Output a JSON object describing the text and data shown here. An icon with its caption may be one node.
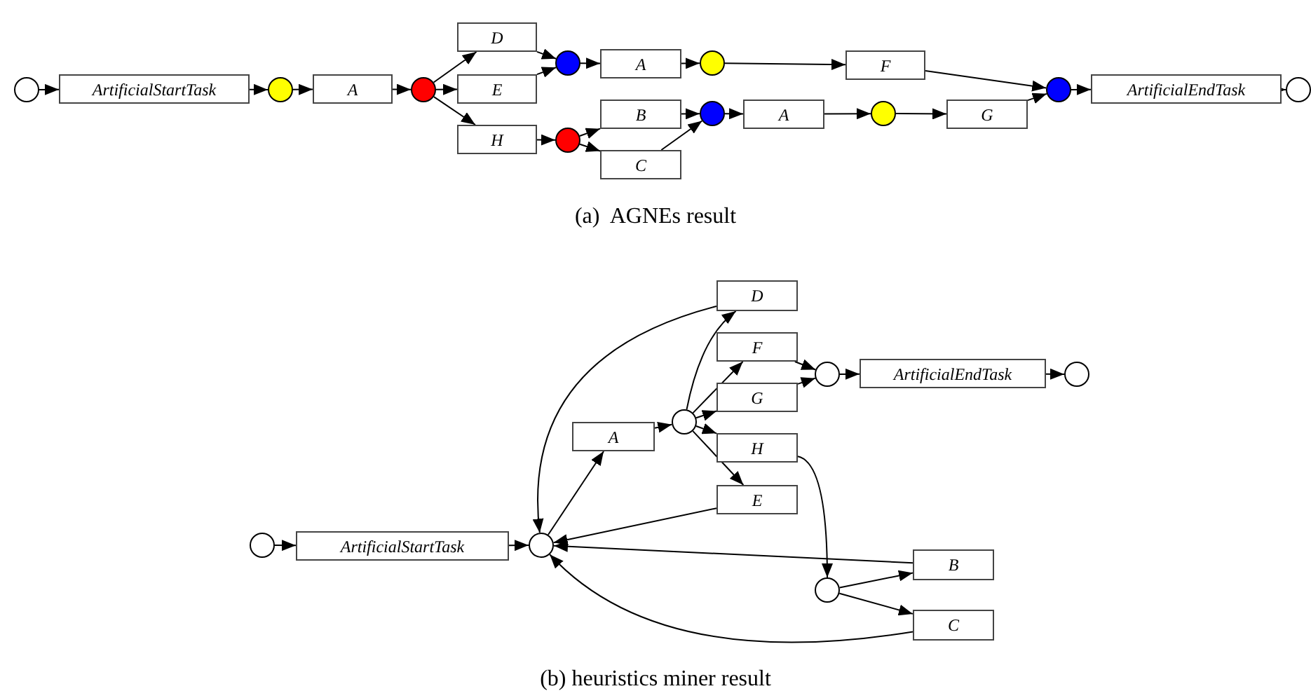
{
  "diagram": {
    "nodes": [
      {
        "text": [],
        "shape": "circle"
      },
      {
        "text": [
          "ArtificialStartTask"
        ]
      },
      {
        "text": [],
        "shape": "circle"
      },
      {
        "text": [
          "A"
        ]
      },
      {
        "text": [],
        "shape": "circle"
      },
      {
        "text": [
          "D"
        ]
      },
      {
        "text": [
          "E"
        ]
      },
      {
        "text": [
          "H"
        ]
      },
      {
        "text": [],
        "shape": "circle"
      },
      {
        "text": [],
        "shape": "circle"
      },
      {
        "text": [
          "A"
        ]
      },
      {
        "text": [],
        "shape": "circle"
      },
      {
        "text": [
          "B"
        ]
      },
      {
        "text": [
          "C"
        ]
      },
      {
        "text": [
          "F"
        ]
      },
      {
        "text": [],
        "shape": "circle"
      },
      {
        "text": [
          "A"
        ]
      },
      {
        "text": [],
        "shape": "circle"
      },
      {
        "text": [
          "G"
        ]
      },
      {
        "text": [],
        "shape": "circle"
      },
      {
        "text": [
          "ArtificialEndTask"
        ]
      },
      {
        "text": [],
        "shape": "circle"
      },
      {
        "text": [],
        "shape": "circle"
      },
      {
        "text": [
          "ArtificialStartTask"
        ]
      },
      {
        "text": [],
        "shape": "circle"
      },
      {
        "text": [
          "A"
        ]
      },
      {
        "text": [],
        "shape": "circle"
      },
      {
        "text": [
          "D"
        ]
      },
      {
        "text": [
          "F"
        ]
      },
      {
        "text": [
          "G"
        ]
      },
      {
        "text": [
          "H"
        ]
      },
      {
        "text": [
          "E"
        ]
      },
      {
        "text": [],
        "shape": "circle"
      },
      {
        "text": [
          "ArtificialEndTask"
        ]
      },
      {
        "text": [],
        "shape": "circle"
      },
      {
        "text": [],
        "shape": "circle"
      },
      {
        "text": [
          "B"
        ]
      },
      {
        "text": [
          "C"
        ]
      }
    ],
    "edges": [
      {
        "from": 0,
        "to": 1,
        "arrow": "to"
      },
      {
        "from": 1,
        "to": 2,
        "arrow": "to"
      },
      {
        "from": 2,
        "to": 3,
        "arrow": "to"
      },
      {
        "from": 3,
        "to": 4,
        "arrow": "to"
      },
      {
        "from": 4,
        "to": 5,
        "arrow": "to"
      },
      {
        "from": 4,
        "to": 6,
        "arrow": "to"
      },
      {
        "from": 4,
        "to": 7,
        "arrow": "to"
      },
      {
        "from": 5,
        "to": 8,
        "arrow": "to"
      },
      {
        "from": 6,
        "to": 8,
        "arrow": "to"
      },
      {
        "from": 7,
        "to": 9,
        "arrow": "to"
      },
      {
        "from": 8,
        "to": 10,
        "arrow": "to"
      },
      {
        "from": 10,
        "to": 11,
        "arrow": "to"
      },
      {
        "from": 11,
        "to": 14,
        "arrow": "to"
      },
      {
        "from": 9,
        "to": 12,
        "arrow": "to"
      },
      {
        "from": 9,
        "to": 13,
        "arrow": "to"
      },
      {
        "from": 12,
        "to": 15,
        "arrow": "to"
      },
      {
        "from": 13,
        "to": 15,
        "arrow": "to"
      },
      {
        "from": 15,
        "to": 16,
        "arrow": "to"
      },
      {
        "from": 16,
        "to": 17,
        "arrow": "to"
      },
      {
        "from": 17,
        "to": 18,
        "arrow": "to"
      },
      {
        "from": 14,
        "to": 19,
        "arrow": "to"
      },
      {
        "from": 18,
        "to": 19,
        "arrow": "to"
      },
      {
        "from": 19,
        "to": 20,
        "arrow": "to"
      },
      {
        "from": 20,
        "to": 21,
        "arrow": "to"
      },
      {
        "from": 22,
        "to": 23,
        "arrow": "to"
      },
      {
        "from": 23,
        "to": 24,
        "arrow": "to"
      },
      {
        "from": 24,
        "to": 25,
        "arrow": "to"
      },
      {
        "from": 25,
        "to": 26,
        "arrow": "to"
      },
      {
        "from": 26,
        "to": 27,
        "arrow": "to"
      },
      {
        "from": 26,
        "to": 28,
        "arrow": "to"
      },
      {
        "from": 26,
        "to": 29,
        "arrow": "to"
      },
      {
        "from": 26,
        "to": 30,
        "arrow": "to"
      },
      {
        "from": 26,
        "to": 31,
        "arrow": "to"
      },
      {
        "from": 27,
        "to": 24,
        "arrow": "to"
      },
      {
        "from": 31,
        "to": 24,
        "arrow": "to"
      },
      {
        "from": 36,
        "to": 24,
        "arrow": "to"
      },
      {
        "from": 37,
        "to": 24,
        "arrow": "to"
      },
      {
        "from": 28,
        "to": 32,
        "arrow": "to"
      },
      {
        "from": 29,
        "to": 32,
        "arrow": "to"
      },
      {
        "from": 32,
        "to": 33,
        "arrow": "to"
      },
      {
        "from": 33,
        "to": 34,
        "arrow": "to"
      },
      {
        "from": 30,
        "to": 35,
        "arrow": "to"
      },
      {
        "from": 35,
        "to": 36,
        "arrow": "to"
      },
      {
        "from": 35,
        "to": 37,
        "arrow": "to"
      }
    ],
    "labels": [
      "(a)  AGNEs result",
      "(b) heuristics miner result"
    ]
  }
}
